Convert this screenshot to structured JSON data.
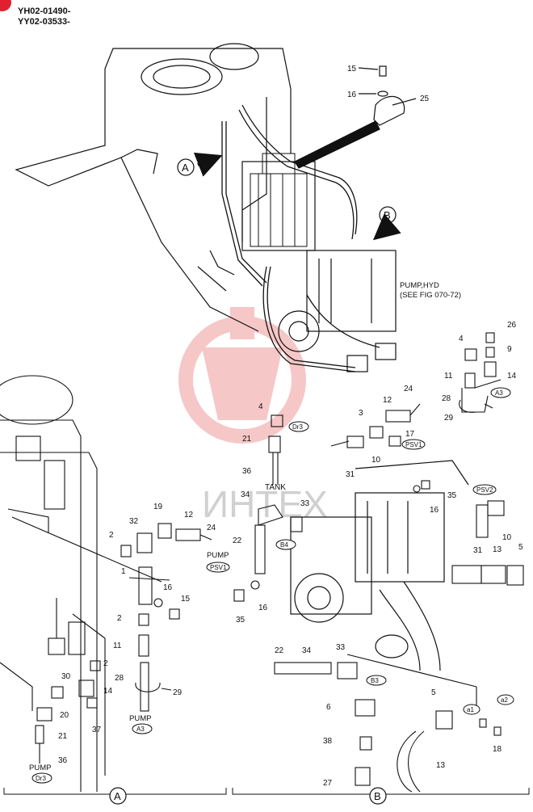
{
  "header": {
    "codes": [
      "YH02-01490-",
      "YY02-03533-"
    ]
  },
  "colors": {
    "ink": "#1a1a1a",
    "accent_red": "#e0202e",
    "watermark": "#ef9a9a",
    "watermark_text": "#d0d0d0"
  },
  "watermark": {
    "text": "ИНТЕХ"
  },
  "notes": {
    "pump_hyd_line1": "PUMP,HYD",
    "pump_hyd_line2": "(SEE FIG 070-72)"
  },
  "views": {
    "view_a": {
      "marker": "A",
      "footer": "A"
    },
    "view_b": {
      "marker": "B",
      "footer": "B"
    }
  },
  "destinations": {
    "tank": "TANK",
    "pump_psv1": {
      "label": "PUMP",
      "tag": "PSV1"
    },
    "pump_a3": {
      "label": "PUMP",
      "tag": "A3"
    },
    "pump_dr3": {
      "label": "PUMP",
      "tag": "Dr3"
    }
  },
  "port_tags": [
    "Dr3",
    "PSV1",
    "A3",
    "PSV2",
    "B4",
    "B3",
    "a1",
    "a2"
  ],
  "callouts": {
    "top_clamp": [
      "15",
      "16",
      "25"
    ],
    "top_right_group": [
      "4",
      "26",
      "9",
      "14",
      "11",
      "28",
      "24",
      "29"
    ],
    "upper_middle": [
      "4",
      "21",
      "36",
      "3",
      "12",
      "17",
      "10",
      "31"
    ],
    "view_a": [
      "2",
      "32",
      "19",
      "12",
      "24",
      "1",
      "16",
      "15",
      "2",
      "11",
      "28",
      "29",
      "2",
      "30",
      "14",
      "20",
      "37",
      "21",
      "36"
    ],
    "view_b": [
      "34",
      "33",
      "22",
      "35",
      "16",
      "35",
      "16",
      "10",
      "31",
      "13",
      "5",
      "22",
      "34",
      "33",
      "6",
      "5",
      "38",
      "27",
      "13",
      "18"
    ]
  }
}
